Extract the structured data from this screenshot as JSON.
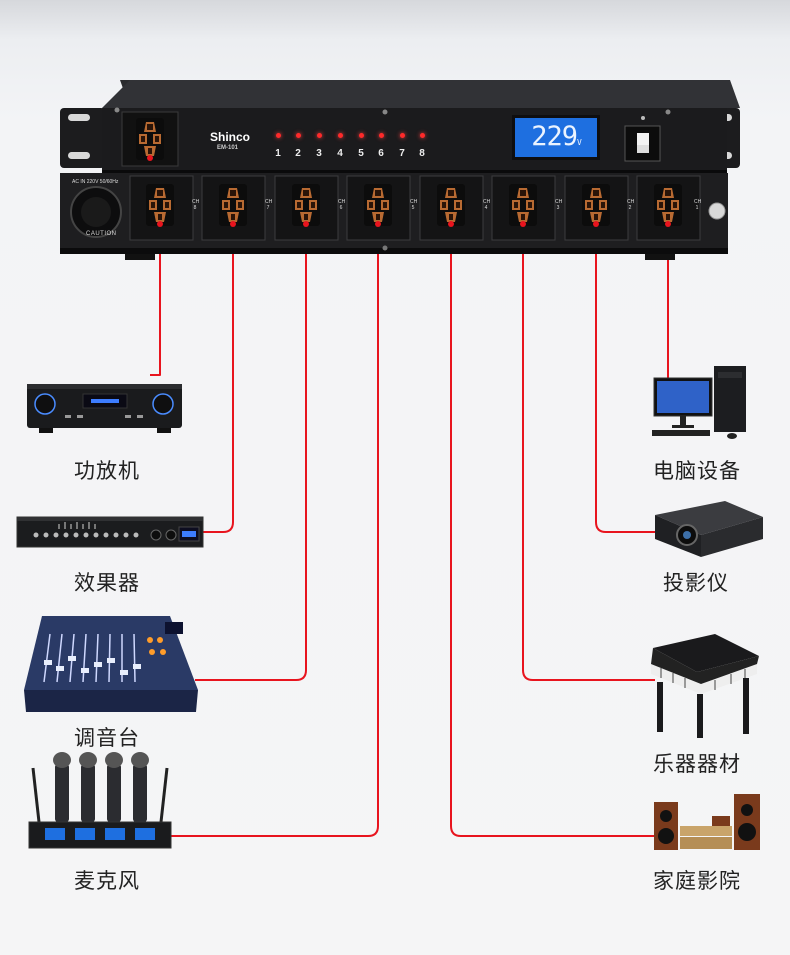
{
  "unit": {
    "brand": "Shinco",
    "model": "EM-101",
    "channel_numbers": [
      "1",
      "2",
      "3",
      "4",
      "5",
      "6",
      "7",
      "8"
    ],
    "voltage_display": "229",
    "voltage_unit": "V",
    "ac_input_text": "AC IN 220V 50/60Hz",
    "caution_text": "CAUTION",
    "channel_labels": [
      "CH 8",
      "CH 7",
      "CH 6",
      "CH 5",
      "CH 4",
      "CH 3",
      "CH 2",
      "CH 1"
    ],
    "accent_color": "#e8141e",
    "display_color": "#1e6fe0"
  },
  "devices_left": [
    {
      "label": "功放机",
      "icon": "amplifier-icon"
    },
    {
      "label": "效果器",
      "icon": "effects-processor-icon"
    },
    {
      "label": "调音台",
      "icon": "mixing-console-icon"
    },
    {
      "label": "麦克风",
      "icon": "wireless-microphone-icon"
    }
  ],
  "devices_right": [
    {
      "label": "电脑设备",
      "icon": "computer-icon"
    },
    {
      "label": "投影仪",
      "icon": "projector-icon"
    },
    {
      "label": "乐器器材",
      "icon": "digital-piano-icon"
    },
    {
      "label": "家庭影院",
      "icon": "home-theater-icon"
    }
  ]
}
